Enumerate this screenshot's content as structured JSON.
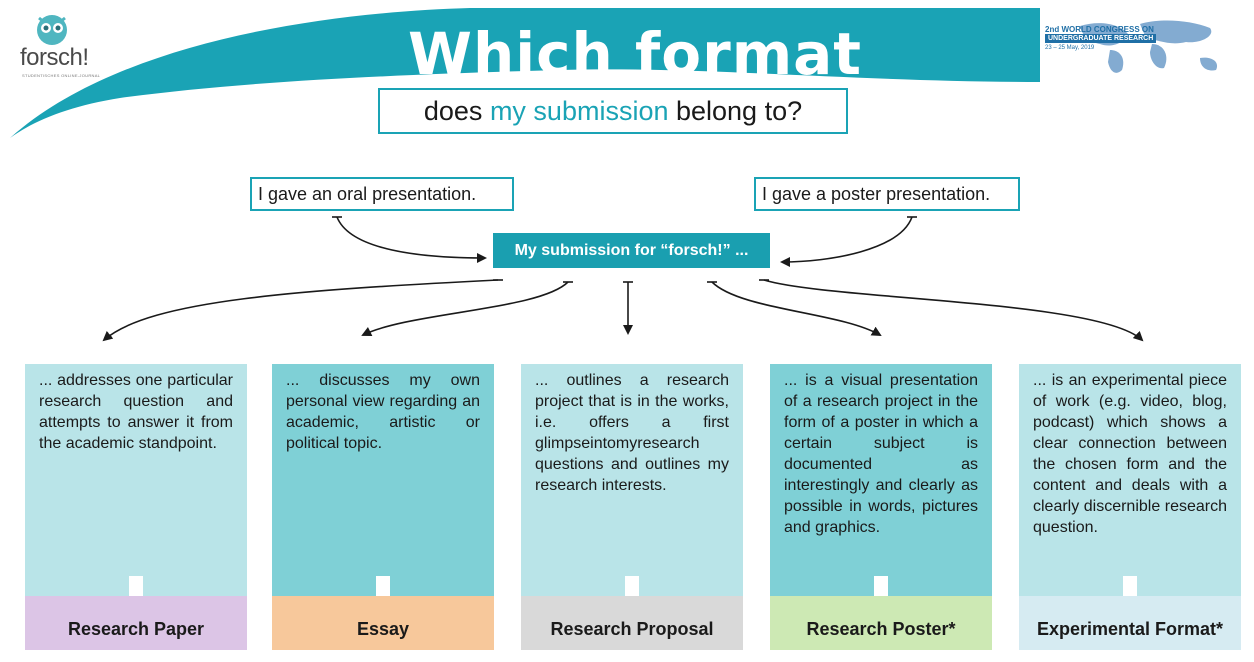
{
  "header": {
    "title": "Which format",
    "subtitle_pre": "does ",
    "subtitle_highlight": "my submission",
    "subtitle_post": " belong to?",
    "logo_text": "forsch!",
    "logo_subtext": "STUDENTISCHES ONLINE-JOURNAL",
    "congress_line1": "2nd WORLD CONGRESS ON",
    "congress_line2": "UNDERGRADUATE RESEARCH",
    "congress_line3": "23 – 25 May, 2019"
  },
  "questions": {
    "oral": "I gave an oral presentation.",
    "poster": "I gave a poster presentation."
  },
  "center_label": "My submission for “forsch!” ...",
  "formats": [
    {
      "text": "... addresses one particular research question and attempts to answer it from the academic standpoint.",
      "label": "Research Paper",
      "box_color": "#b9e4e8",
      "label_color": "#dcc5e6"
    },
    {
      "text": "... discusses my own personal view regarding an academic, artistic or political topic.",
      "label": "Essay",
      "box_color": "#7fd0d6",
      "label_color": "#f7c89b"
    },
    {
      "text": "... outlines a research project that is in the works, i.e. offers a first glimpseintomyresearch questions and outlines my research interests.",
      "label": "Research Proposal",
      "box_color": "#b9e4e8",
      "label_color": "#d9d9d9"
    },
    {
      "text": "... is a visual presentation of a research project in the form of a poster in which a certain subject is documented as interestingly and clearly as possible in words, pictures and graphics.",
      "label": "Research Poster*",
      "box_color": "#7fd0d6",
      "label_color": "#cde9b4"
    },
    {
      "text": "... is an experimental piece of work (e.g. video, blog, podcast) which shows a clear connection between the chosen form and the content and deals with a clearly discernible research question.",
      "label": "Experimental Format*",
      "box_color": "#b9e4e8",
      "label_color": "#d6ebf2"
    }
  ],
  "colors": {
    "accent": "#1aa3b5",
    "banner": "#1aa3b5"
  }
}
